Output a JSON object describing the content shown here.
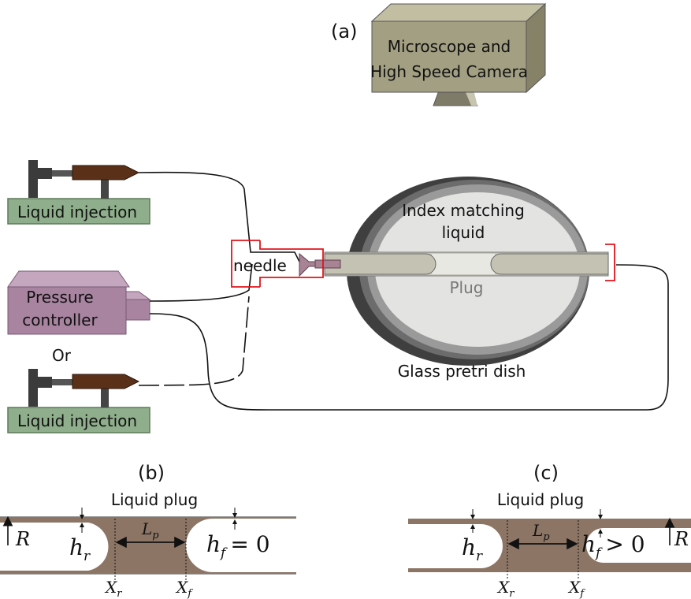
{
  "panel_a": {
    "label": "(a)",
    "camera_label_line1": "Microscope and",
    "camera_label_line2": "High Speed Camera",
    "syringe_top_label": "Liquid injection",
    "pressure_label_line1": "Pressure",
    "pressure_label_line2": "controller",
    "or_label": "Or",
    "syringe_bottom_label": "Liquid injection",
    "needle_label": "needle",
    "index_label_line1": "Index matching",
    "index_label_line2": "liquid",
    "plug_label": "Plug",
    "dish_label": "Glass pretri dish"
  },
  "panel_b": {
    "label": "(b)",
    "title": "Liquid plug",
    "r_label": "R",
    "hr_label": "h",
    "hr_sub": "r",
    "lp_label": "L",
    "lp_sub": "p",
    "hf_label": "h",
    "hf_sub": "f",
    "hf_rel": "= 0",
    "xr_label": "X",
    "xr_sub": "r",
    "xf_label": "X",
    "xf_sub": "f"
  },
  "panel_c": {
    "label": "(c)",
    "title": "Liquid plug",
    "r_label": "R",
    "hr_label": "h",
    "hr_sub": "r",
    "lp_label": "L",
    "lp_sub": "p",
    "hf_label": "h",
    "hf_sub": "f",
    "hf_rel": "> 0",
    "xr_label": "X",
    "xr_sub": "r",
    "xf_label": "X",
    "xf_sub": "f"
  },
  "colors": {
    "camera_box": "#a29f82",
    "syringe_base": "#8fae8b",
    "syringe_barrel": "#5a3019",
    "pressure_box": "#a884a0",
    "tube_wall": "#8c7565",
    "dish_rim": "#4a4a4a",
    "dish_inside": "#e3e3e1",
    "needle_tip": "#a88394",
    "bracket": "#e0141b"
  }
}
